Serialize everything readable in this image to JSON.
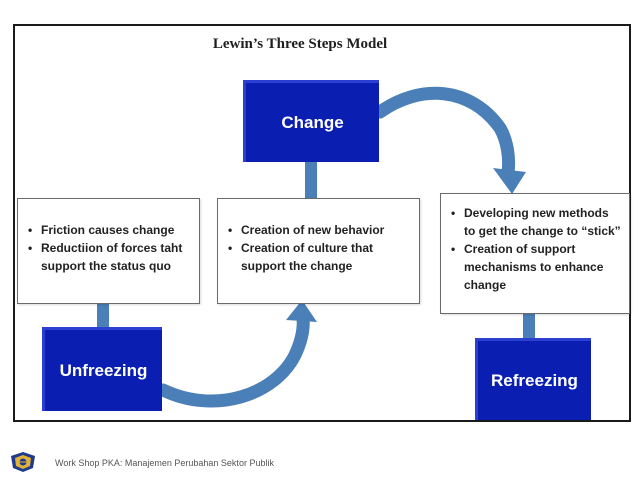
{
  "title": "Lewin’s Three Steps Model",
  "stages": {
    "change": "Change",
    "unfreezing": "Unfreezing",
    "refreezing": "Refreezing"
  },
  "boxes": {
    "unfreezing": [
      "Friction causes change",
      "Reductiion of forces taht support the status quo"
    ],
    "change": [
      "Creation of new behavior",
      "Creation of culture that support  the change"
    ],
    "refreezing": [
      "Developing new methods to get the change  to “stick”",
      "Creation of support mechanisms to enhance change"
    ]
  },
  "footer": {
    "text": "Work Shop PKA: Manajemen Perubahan Sektor Publik"
  },
  "colors": {
    "stage": "#0a1fb2",
    "arrow": "#4a7fb7"
  }
}
